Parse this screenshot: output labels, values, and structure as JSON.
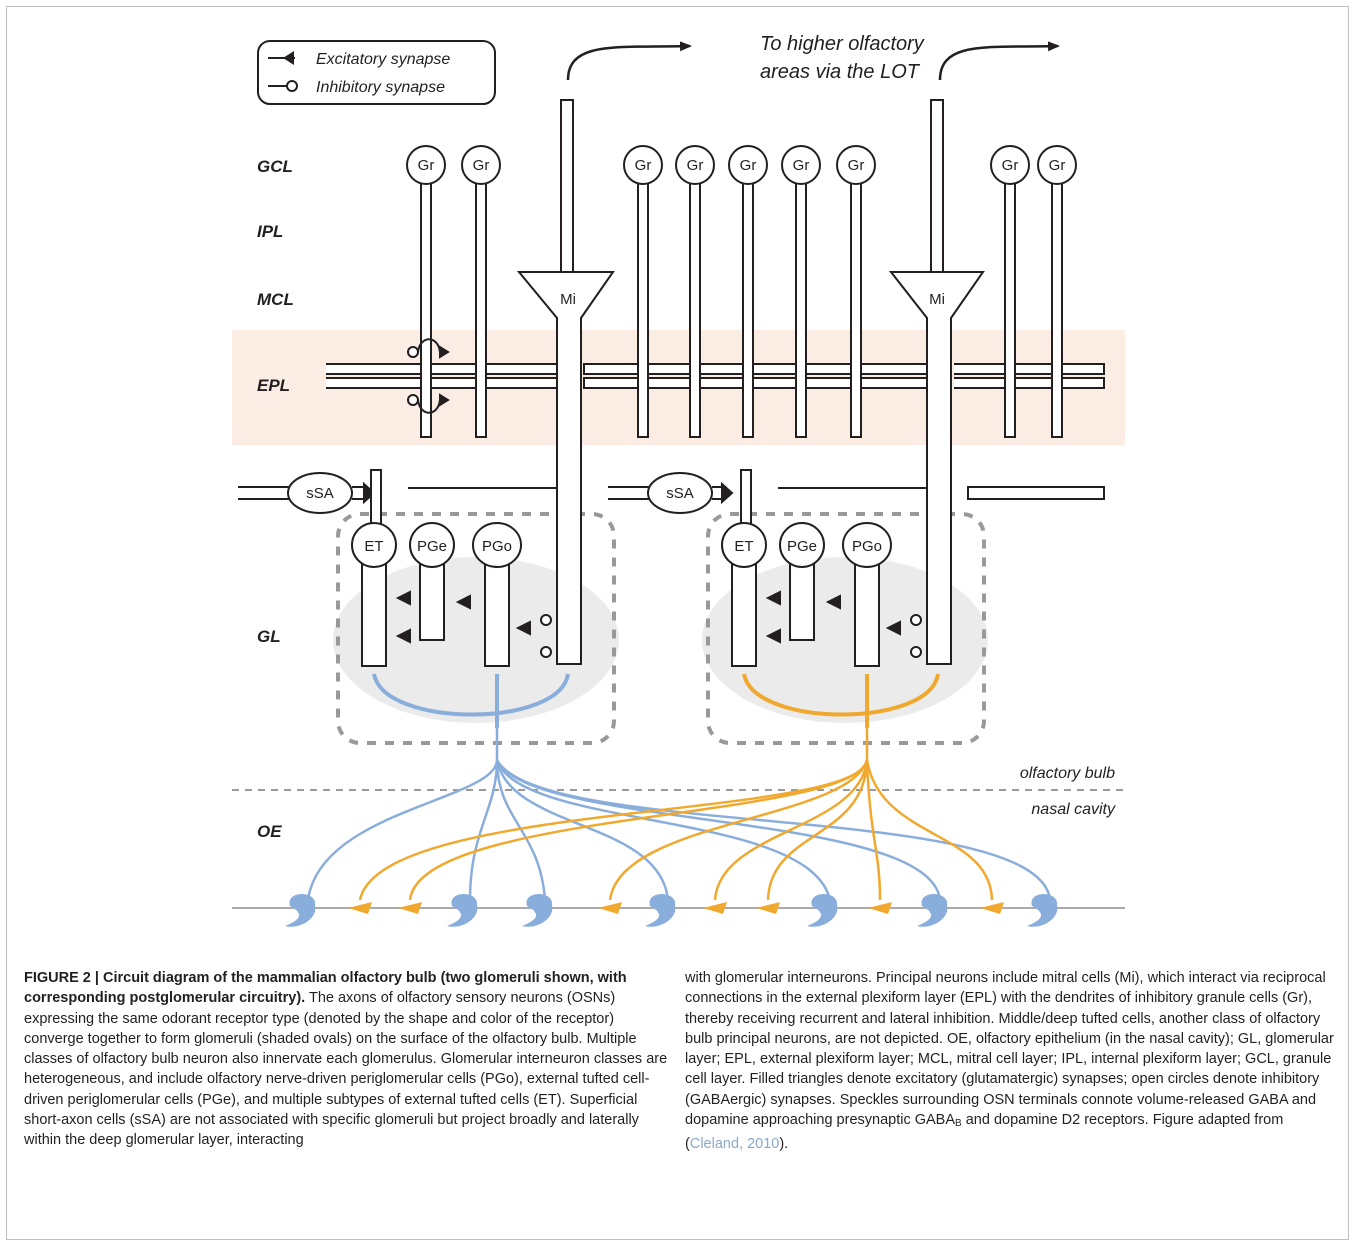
{
  "legend": {
    "excitatory": "Excitatory synapse",
    "inhibitory": "Inhibitory synapse"
  },
  "lot_label": [
    "To higher olfactory",
    "areas via the LOT"
  ],
  "layers": {
    "gcl": "GCL",
    "ipl": "IPL",
    "mcl": "MCL",
    "epl": "EPL",
    "gl": "GL",
    "oe": "OE"
  },
  "regions": {
    "olfactory_bulb": "olfactory bulb",
    "nasal_cavity": "nasal cavity"
  },
  "cells": {
    "granule": "Gr",
    "mitral": "Mi",
    "ssa": "sSA",
    "et": "ET",
    "pge": "PGe",
    "pgo": "PGo"
  },
  "colors": {
    "glomerulus_a": "#8aaedc",
    "glomerulus_b": "#f0a92e",
    "epl_band": "#fbece4",
    "glomerulus_fill": "#ebebeb",
    "ink": "#231f20",
    "dashed_box": "#999999"
  },
  "caption": {
    "title": "FIGURE 2 | Circuit diagram of the mammalian olfactory bulb (two glomeruli shown, with corresponding postglomerular circuitry).",
    "left_body": "The axons of olfactory sensory neurons (OSNs) expressing the same odorant receptor type (denoted by the shape and color of the receptor) converge together to form glomeruli (shaded ovals) on the surface of the olfactory bulb. Multiple classes of olfactory bulb neuron also innervate each glomerulus. Glomerular interneuron classes are heterogeneous, and include olfactory nerve-driven periglomerular cells (PGo), external tufted cell-driven periglomerular cells (PGe), and multiple subtypes of external tufted cells (ET). Superficial short-axon cells (sSA) are not associated with specific glomeruli but project broadly and laterally within the deep glomerular layer, interacting",
    "right_body_1": "with glomerular interneurons. Principal neurons include mitral cells (Mi), which interact via reciprocal connections in the external plexiform layer (EPL) with the dendrites of inhibitory granule cells (Gr), thereby receiving recurrent and lateral inhibition. Middle/deep tufted cells, another class of olfactory bulb principal neurons, are not depicted. OE, olfactory epithelium (in the nasal cavity); GL, glomerular layer; EPL, external plexiform layer; MCL, mitral cell layer; IPL, internal plexiform layer; GCL, granule cell layer. Filled triangles denote excitatory (glutamatergic) synapses; open circles denote inhibitory (GABAergic) synapses. Speckles surrounding OSN terminals connote volume-released GABA and dopamine approaching presynaptic GABA",
    "right_sub": "B",
    "right_body_2": " and dopamine D2 receptors. Figure adapted from (",
    "right_ref": "Cleland, 2010",
    "right_body_3": ")."
  }
}
